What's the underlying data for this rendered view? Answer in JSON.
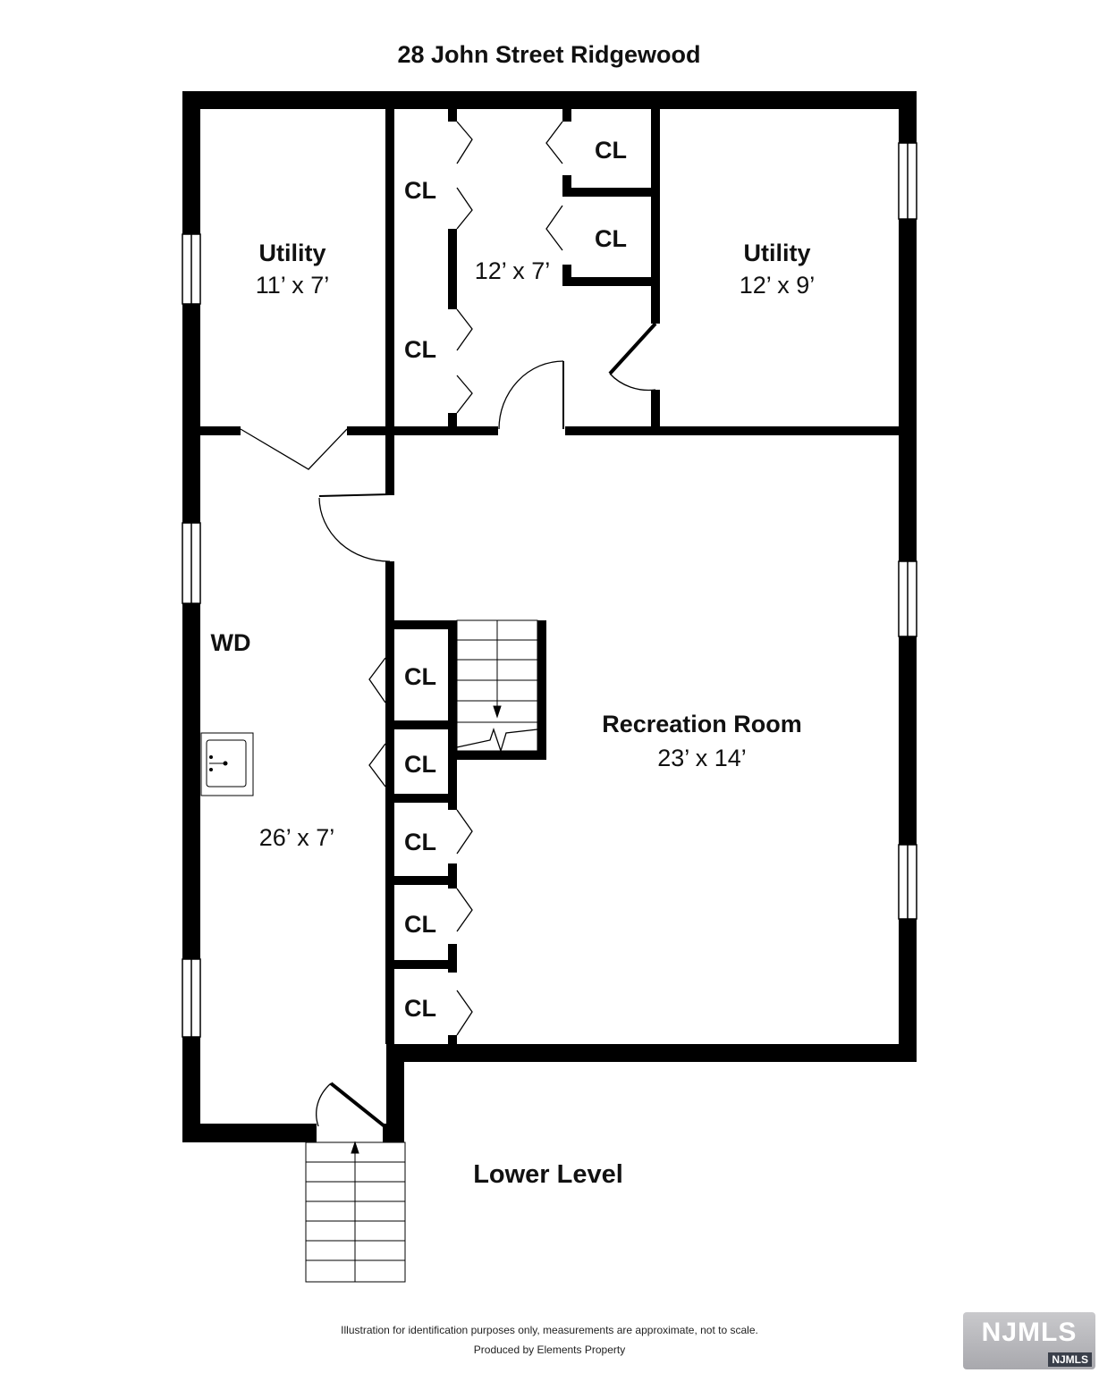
{
  "title": "28 John Street Ridgewood",
  "level_label": "Lower Level",
  "rooms": {
    "utility_left": {
      "name": "Utility",
      "dims": "11’ x 7’"
    },
    "hall_top": {
      "dims": "12’ x 7’"
    },
    "utility_right": {
      "name": "Utility",
      "dims": "12’ x 9’"
    },
    "recreation": {
      "name": "Recreation Room",
      "dims": "23’ x 14’"
    },
    "laundry": {
      "label": "WD",
      "dims": "26’ x 7’"
    }
  },
  "closets": {
    "label": "CL",
    "count": 9
  },
  "footer": {
    "disclaimer": "Illustration for identification purposes only, measurements are approximate, not to scale.",
    "producer": "Produced by Elements Property"
  },
  "logo": {
    "main": "NJMLS",
    "sub": "NJMLS"
  },
  "colors": {
    "wall": "#000000",
    "background": "#ffffff",
    "logo_bg": "#b5b5ba",
    "logo_sub_bg": "#3a3f4a"
  }
}
